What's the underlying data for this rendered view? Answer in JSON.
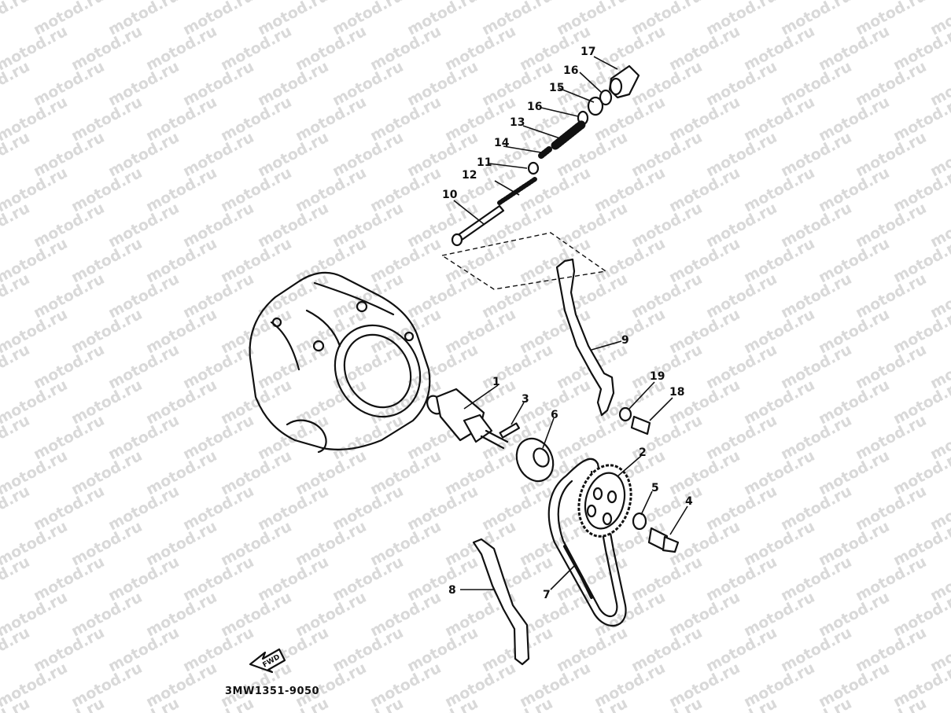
{
  "watermark": {
    "text": "motod.ru"
  },
  "callouts": [
    "1",
    "2",
    "3",
    "4",
    "5",
    "6",
    "7",
    "8",
    "9",
    "10",
    "11",
    "12",
    "13",
    "14",
    "15",
    "16",
    "16",
    "17",
    "18",
    "19"
  ],
  "fwd_label": "FWD",
  "diagram_code": "3MW1351-9050"
}
